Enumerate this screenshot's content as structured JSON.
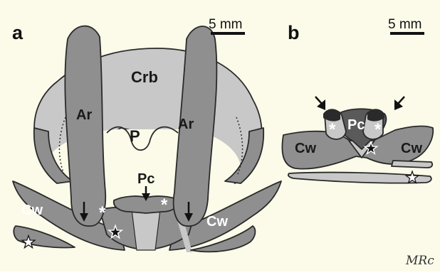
{
  "figure": {
    "background": "#fcfbe9",
    "colors": {
      "light_bone": "#c8c8c8",
      "mid_bone": "#8f8f8f",
      "dark_bone": "#5a5a5a",
      "outline": "#2a2a2a"
    },
    "panel_a": {
      "letter": "a",
      "scale_bar": "5 mm",
      "labels": {
        "crb": "Crb",
        "p": "P",
        "ar_left": "Ar",
        "ar_right": "Ar",
        "pc": "Pc",
        "cw_left": "Cw",
        "cw_right": "Cw"
      },
      "markers": {
        "asterisk": "*"
      }
    },
    "panel_b": {
      "letter": "b",
      "scale_bar": "5 mm",
      "labels": {
        "pc": "Pc",
        "cw_left": "Cw",
        "cw_right": "Cw"
      },
      "markers": {
        "asterisk": "*"
      }
    },
    "signature": "MRc"
  }
}
